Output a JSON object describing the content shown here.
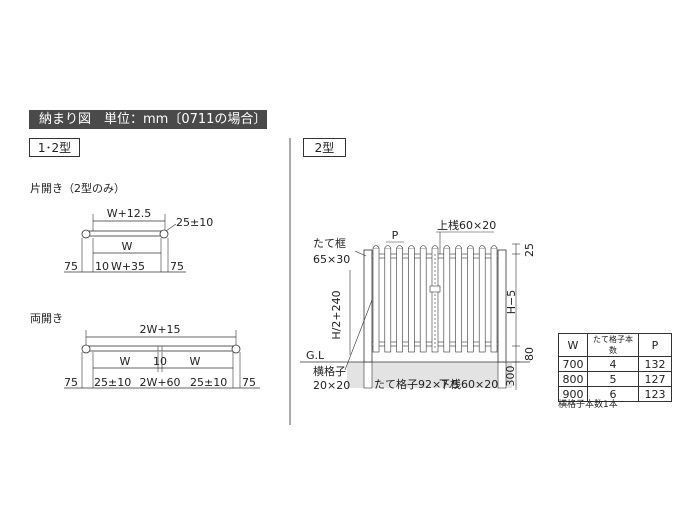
{
  "header": {
    "title": "納まり図　単位：mm〔0711の場合〕"
  },
  "left": {
    "tag": "1･2型",
    "single": {
      "title": "片開き（2型のみ）",
      "top_dim": "W+12.5",
      "side_dim": "25±10",
      "inner_dim": "W",
      "left_75": "75",
      "left_10": "10",
      "bottom_dim": "W+35",
      "right_75": "75"
    },
    "double": {
      "title": "両開き",
      "top_dim": "2W+15",
      "w_left": "W",
      "gap": "10",
      "w_right": "W",
      "left_75": "75",
      "left_25": "25±10",
      "bottom_dim": "2W+60",
      "right_25": "25±10",
      "right_75": "75"
    }
  },
  "right": {
    "tag": "2型",
    "labels": {
      "p": "P",
      "top_rail": "上桟60×20",
      "post": "たて框",
      "post_size": "65×30",
      "h_half": "H/2+240",
      "gl": "G.L",
      "horizontal": "横格子",
      "horizontal_size": "20×20",
      "vertical": "たて格子92×7.5",
      "bottom_rail": "下桟60×20",
      "d25": "25",
      "dh5": "H−5",
      "d80": "80",
      "d300": "300"
    },
    "table": {
      "headers": [
        "W",
        "たて格子本数",
        "P"
      ],
      "rows": [
        [
          "700",
          "4",
          "132"
        ],
        [
          "800",
          "5",
          "127"
        ],
        [
          "900",
          "6",
          "123"
        ]
      ],
      "note": "横格子本数1本"
    }
  }
}
